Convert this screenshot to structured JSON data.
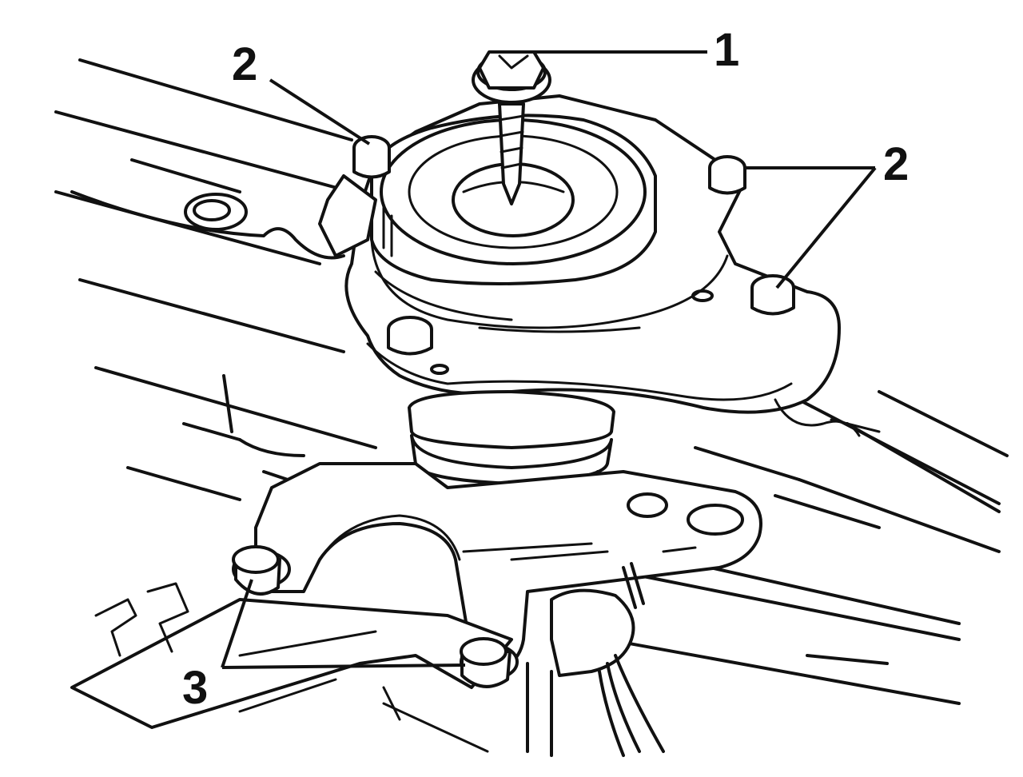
{
  "callouts": {
    "bolt_center": "1",
    "mount_nuts_left": "2",
    "mount_nuts_right": "2",
    "bracket_bolts": "3"
  }
}
